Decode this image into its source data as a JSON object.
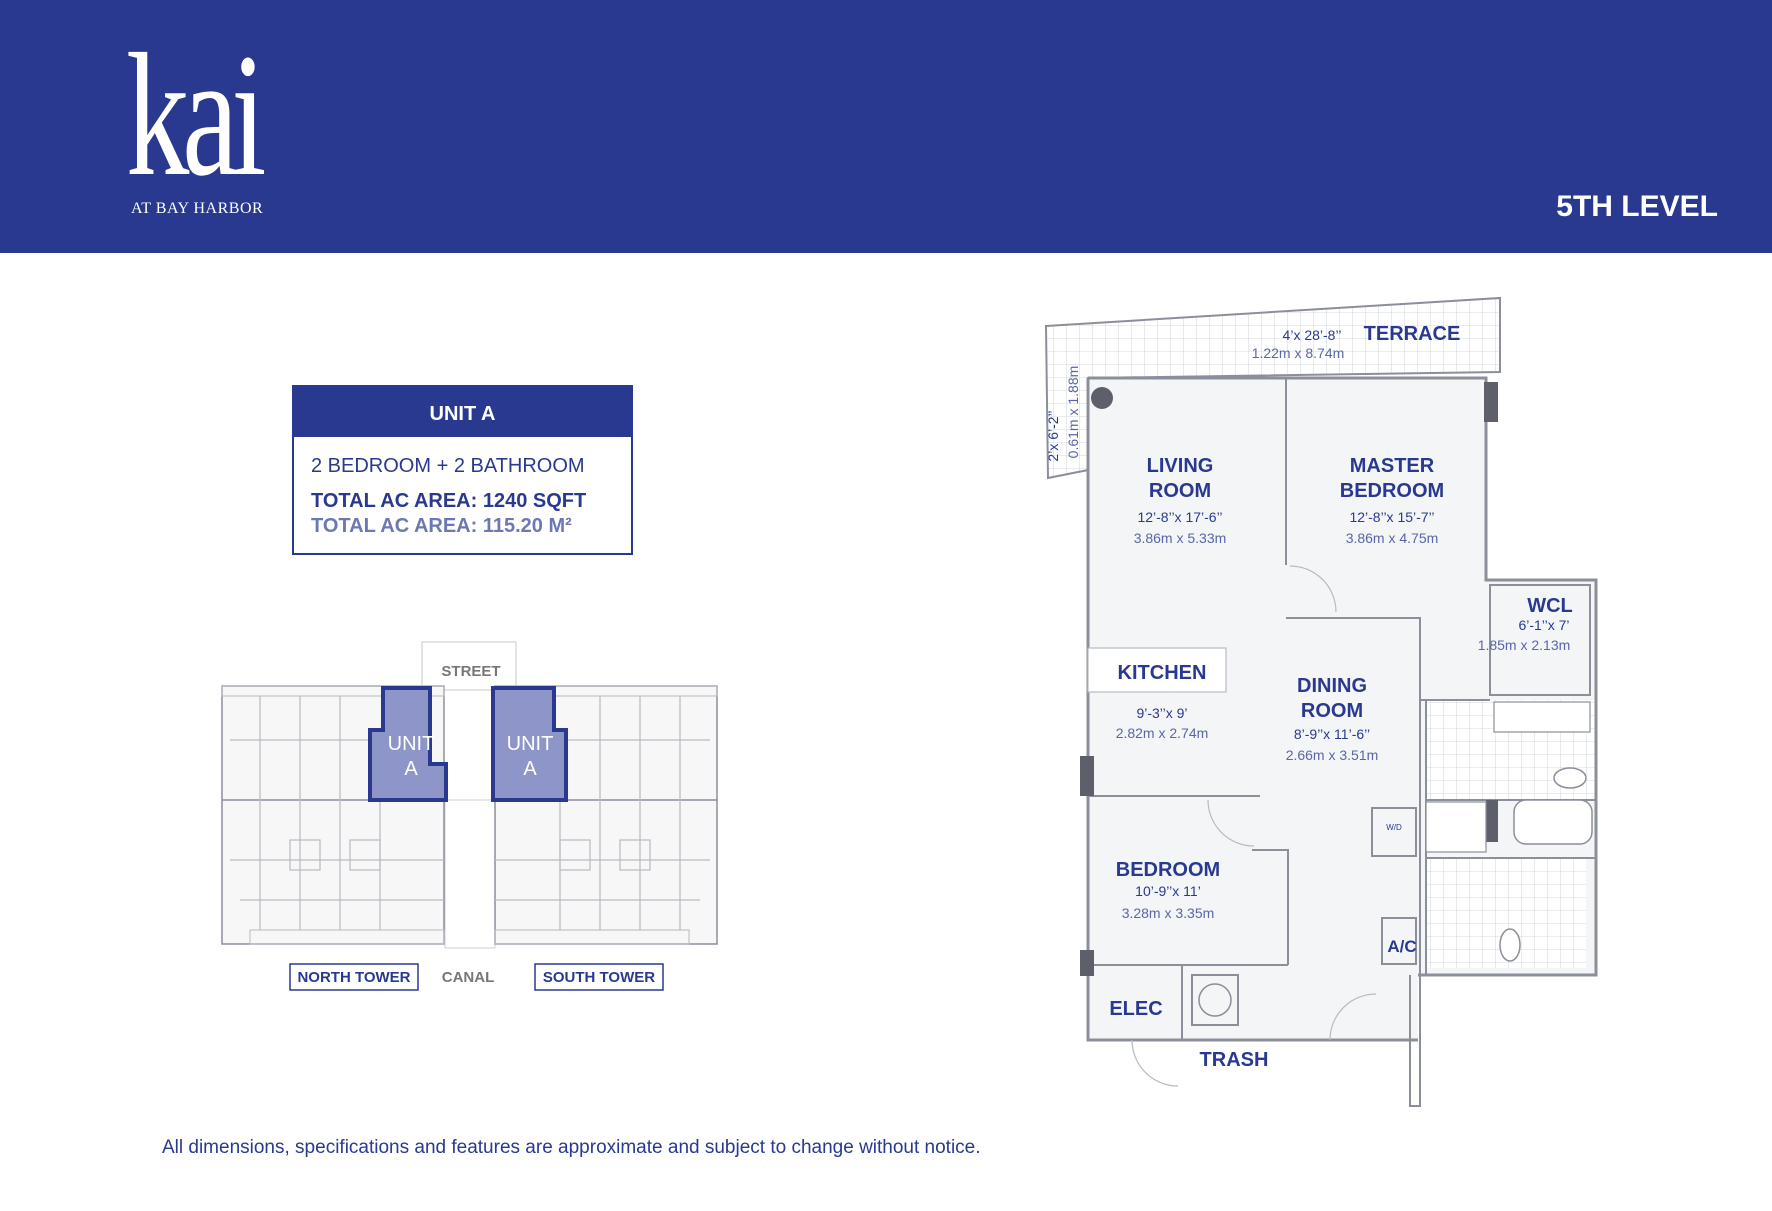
{
  "header": {
    "logo_word": "kai",
    "logo_sub": "AT BAY HARBOR",
    "level": "5TH LEVEL",
    "color": "#2a3990"
  },
  "unit": {
    "title": "UNIT A",
    "rooms": "2 BEDROOM + 2 BATHROOM",
    "area_sqft": "TOTAL AC AREA: 1240 SQFT",
    "area_m2": "TOTAL AC AREA: 115.20 M²"
  },
  "site_plan": {
    "street": "STREET",
    "canal": "CANAL",
    "north_tower": "NORTH TOWER",
    "south_tower": "SOUTH TOWER",
    "unit_label_1": "UNIT",
    "unit_label_2": "A"
  },
  "floor_plan": {
    "terrace": {
      "name": "TERRACE",
      "ft": "4’x 28’-8’’",
      "m": "1.22m x 8.74m"
    },
    "balcony": {
      "ft": "2’x 6’-2’’",
      "m": "0.61m x 1.88m"
    },
    "living": {
      "name1": "LIVING",
      "name2": "ROOM",
      "ft": "12’-8’’x 17’-6’’",
      "m": "3.86m x 5.33m"
    },
    "master": {
      "name1": "MASTER",
      "name2": "BEDROOM",
      "ft": "12’-8’’x 15’-7’’",
      "m": "3.86m x 4.75m"
    },
    "wcl": {
      "name": "WCL",
      "ft": "6’-1’’x 7’",
      "m": "1.85m x 2.13m"
    },
    "kitchen": {
      "name": "KITCHEN",
      "ft": "9’-3’’x 9’",
      "m": "2.82m x 2.74m"
    },
    "dining": {
      "name1": "DINING",
      "name2": "ROOM",
      "ft": "8’-9’’x 11’-6’’",
      "m": "2.66m x 3.51m"
    },
    "bedroom": {
      "name": "BEDROOM",
      "ft": "10’-9’’x 11’",
      "m": "3.28m x 3.35m"
    },
    "wd": "W/D",
    "ac": "A/C",
    "elec": "ELEC",
    "trash": "TRASH"
  },
  "disclaimer": "All dimensions, specifications and features are approximate and subject to change without notice."
}
